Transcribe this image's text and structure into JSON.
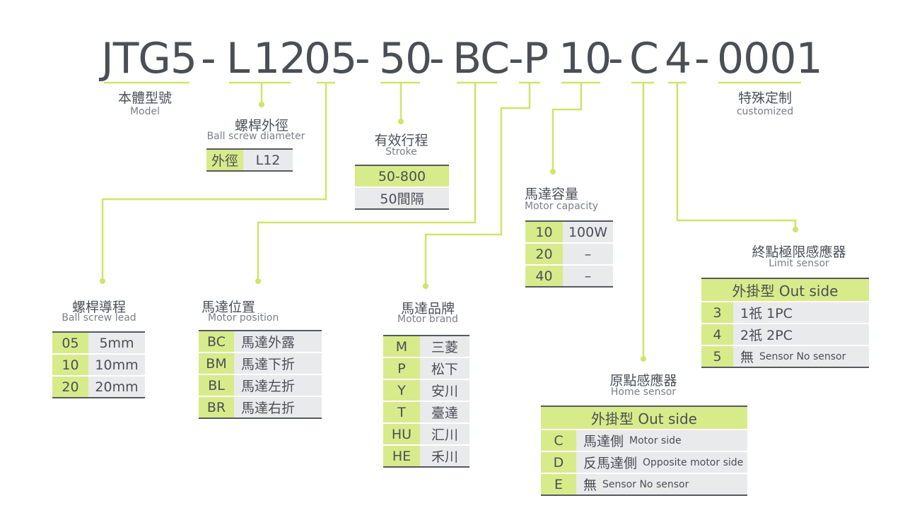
{
  "code": {
    "s0": "JTG5",
    "d1": "-",
    "s1": "L",
    "s2": "12",
    "s3": "05",
    "d2": "-",
    "s4": "50",
    "d3": "-",
    "s5": "BC",
    "d4": "-",
    "s6": "P",
    "s7": "10",
    "d5": "-",
    "s8": "C",
    "s9": "4",
    "d6": "-",
    "s10": "0001"
  },
  "model": {
    "zh": "本體型號",
    "en": "Model"
  },
  "custom": {
    "zh": "特殊定制",
    "en": "customized"
  },
  "diameter": {
    "zh": "螺桿外徑",
    "en": "Ball screw diameter",
    "key": "外徑",
    "value": "L12"
  },
  "stroke": {
    "zh": "有效行程",
    "en": "Stroke",
    "range": "50-800",
    "step": "50間隔"
  },
  "lead": {
    "zh": "螺桿導程",
    "en": "Ball screw lead",
    "rows": [
      {
        "k": "05",
        "v": "5mm"
      },
      {
        "k": "10",
        "v": "10mm"
      },
      {
        "k": "20",
        "v": "20mm"
      }
    ]
  },
  "position": {
    "zh": "馬達位置",
    "en": "Motor position",
    "rows": [
      {
        "k": "BC",
        "v": "馬達外露"
      },
      {
        "k": "BM",
        "v": "馬達下折"
      },
      {
        "k": "BL",
        "v": "馬達左折"
      },
      {
        "k": "BR",
        "v": "馬達右折"
      }
    ]
  },
  "brand": {
    "zh": "馬達品牌",
    "en": "Motor brand",
    "rows": [
      {
        "k": "M",
        "v": "三菱"
      },
      {
        "k": "P",
        "v": "松下"
      },
      {
        "k": "Y",
        "v": "安川"
      },
      {
        "k": "T",
        "v": "臺達"
      },
      {
        "k": "HU",
        "v": "汇川"
      },
      {
        "k": "HE",
        "v": "禾川"
      }
    ]
  },
  "capacity": {
    "zh": "馬達容量",
    "en": "Motor capacity",
    "rows": [
      {
        "k": "10",
        "v": "100W"
      },
      {
        "k": "20",
        "v": "–"
      },
      {
        "k": "40",
        "v": "–"
      }
    ]
  },
  "home": {
    "zh": "原點感應器",
    "en": "Home sensor",
    "header": "外掛型 Out side",
    "rows": [
      {
        "k": "C",
        "v": "馬達側",
        "s": "Motor side"
      },
      {
        "k": "D",
        "v": "反馬達側",
        "s": "Opposite motor side"
      },
      {
        "k": "E",
        "v": "無",
        "s": "Sensor No sensor"
      }
    ]
  },
  "limit": {
    "zh": "終點極限感應器",
    "en": "Limit sensor",
    "header": "外掛型 Out side",
    "rows": [
      {
        "k": "3",
        "v": "1祇 1PC",
        "s": ""
      },
      {
        "k": "4",
        "v": "2祇 2PC",
        "s": ""
      },
      {
        "k": "5",
        "v": "無",
        "s": "Sensor No sensor"
      }
    ]
  },
  "colors": {
    "accent": "#d7eb8a",
    "line": "#c9e05a",
    "text": "#4a4f56",
    "cell": "#e9eaeb"
  }
}
